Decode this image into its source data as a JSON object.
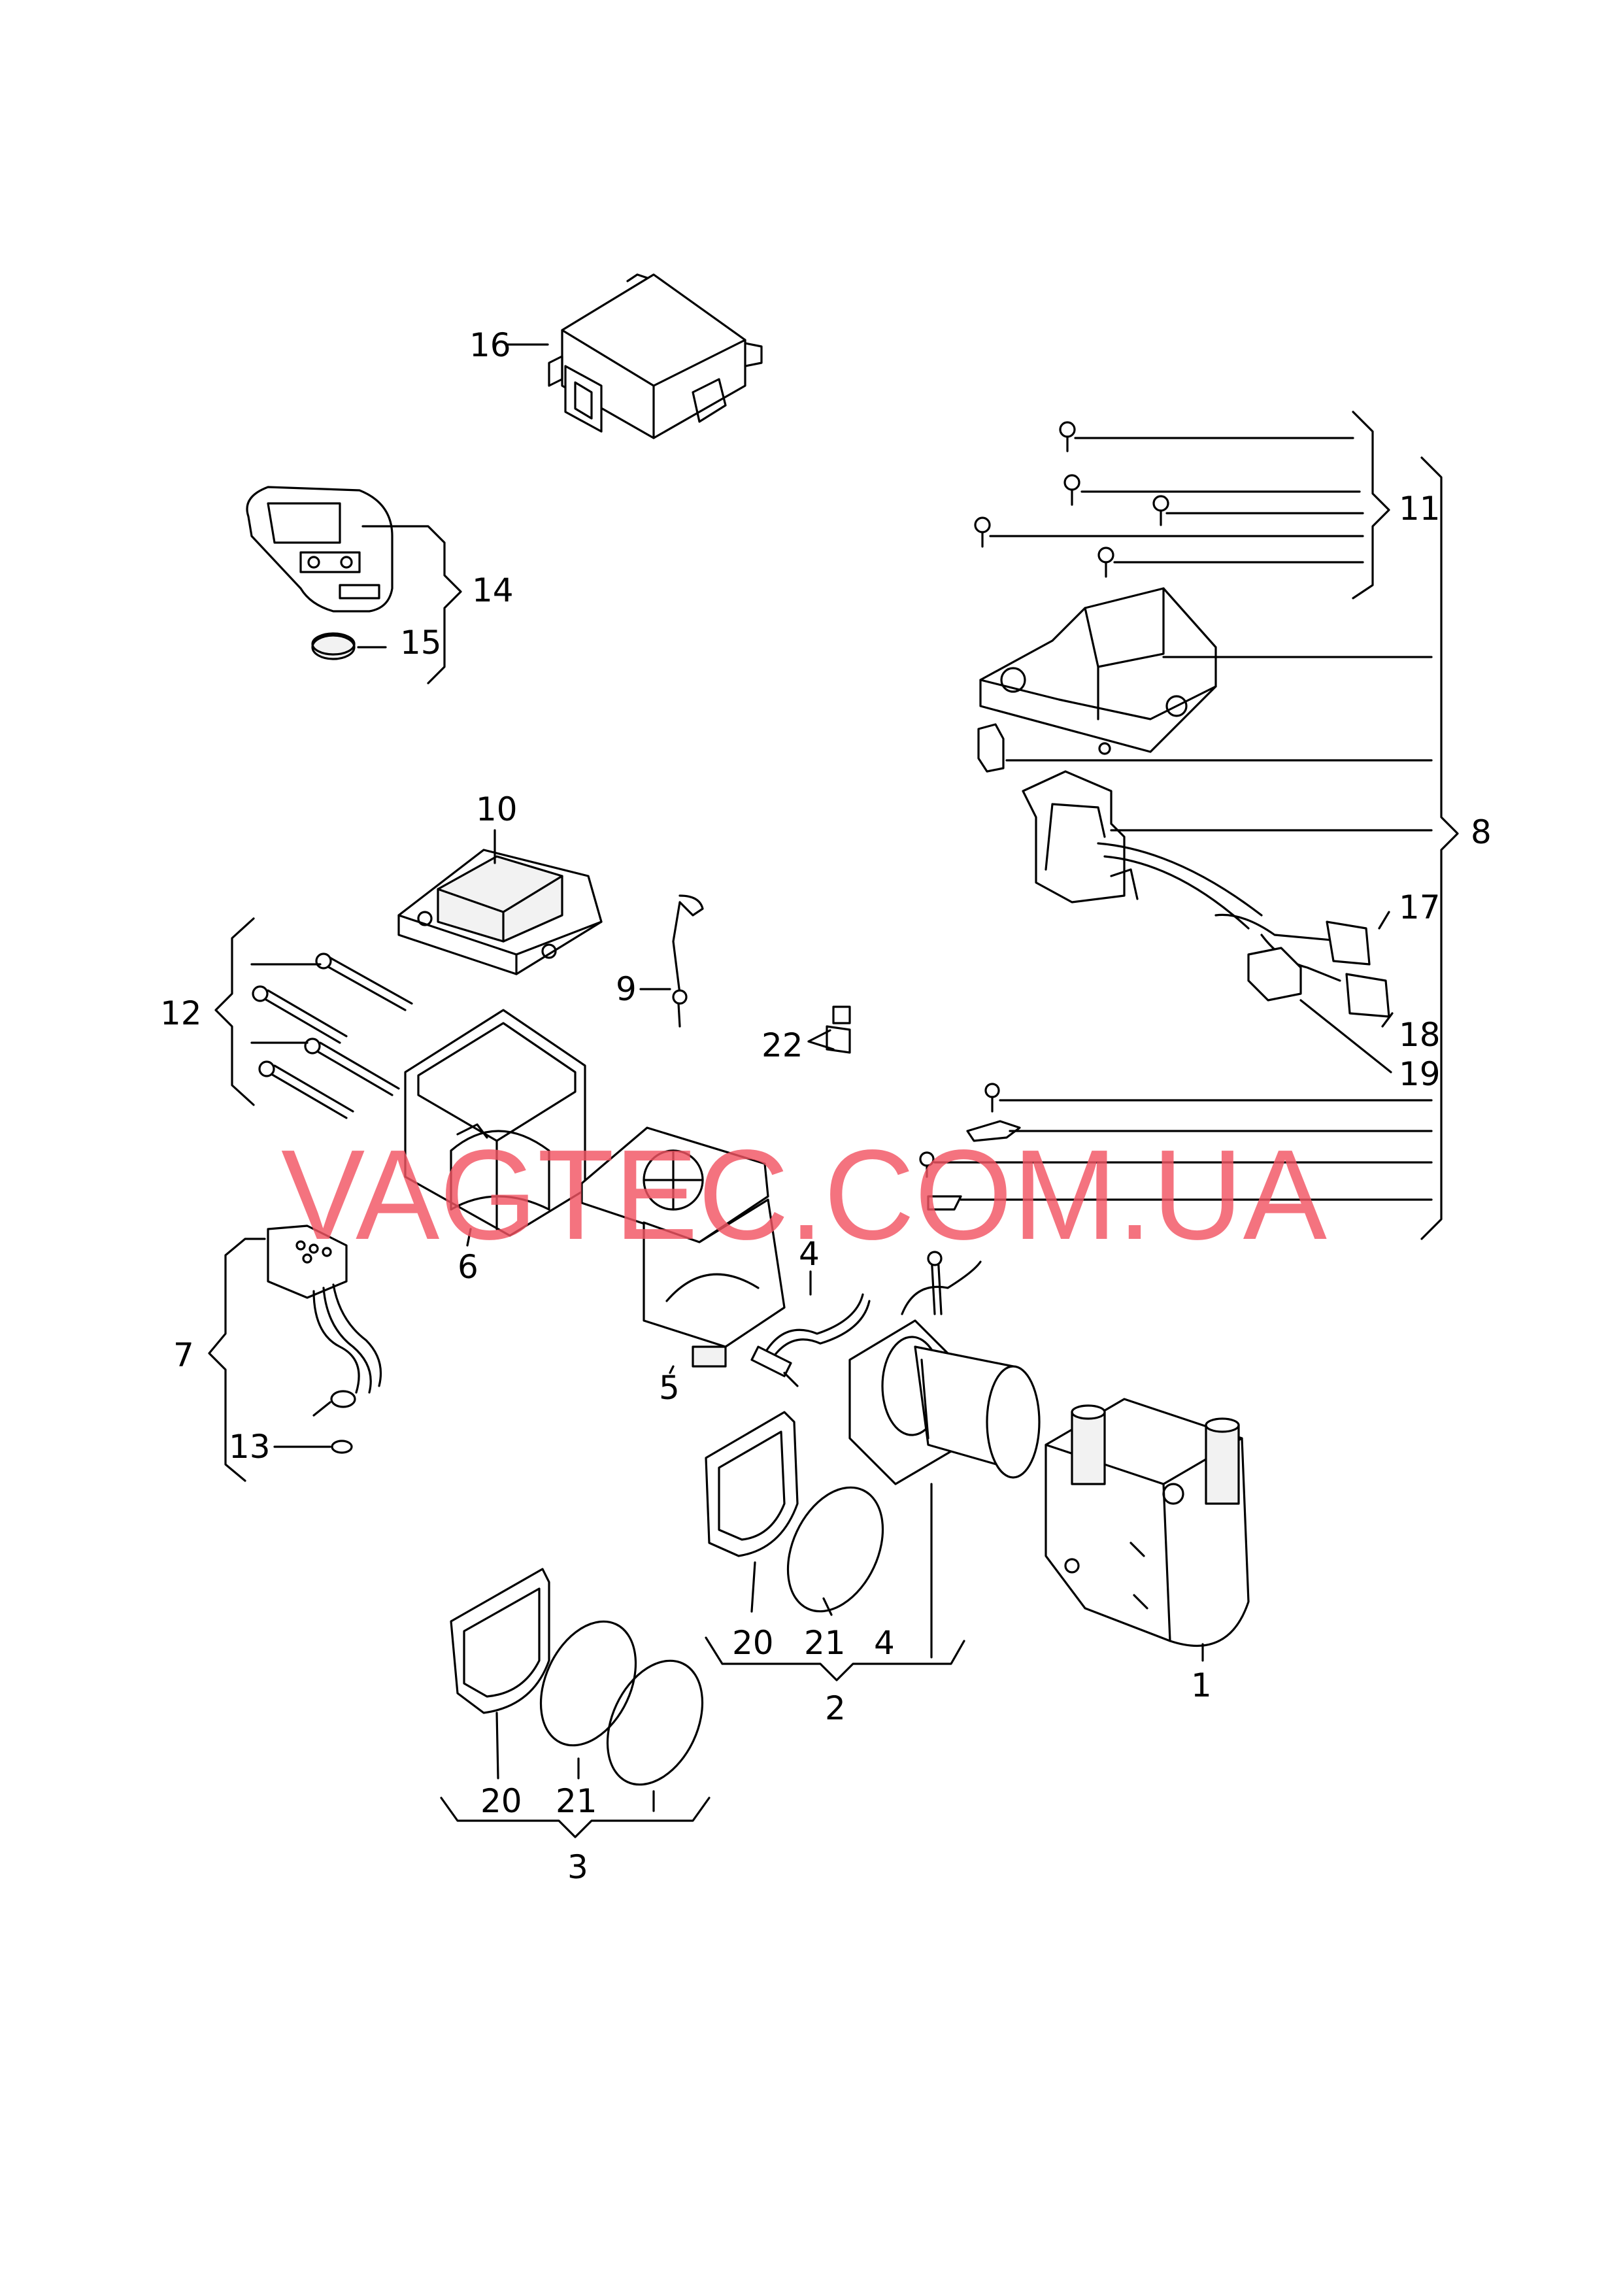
{
  "callouts": {
    "c1": "1",
    "c2": "2",
    "c3": "3",
    "c4a": "4",
    "c4b": "4",
    "c5": "5",
    "c6": "6",
    "c7": "7",
    "c8": "8",
    "c9": "9",
    "c10": "10",
    "c11": "11",
    "c12": "12",
    "c13": "13",
    "c14": "14",
    "c15": "15",
    "c16": "16",
    "c17": "17",
    "c18": "18",
    "c19": "19",
    "c20a": "20",
    "c20b": "20",
    "c21a": "21",
    "c21b": "21",
    "c22": "22"
  },
  "watermark": "VAGTEC.COM.UA",
  "colors": {
    "line": "#000000",
    "background": "#ffffff",
    "watermark": "#f25563"
  }
}
